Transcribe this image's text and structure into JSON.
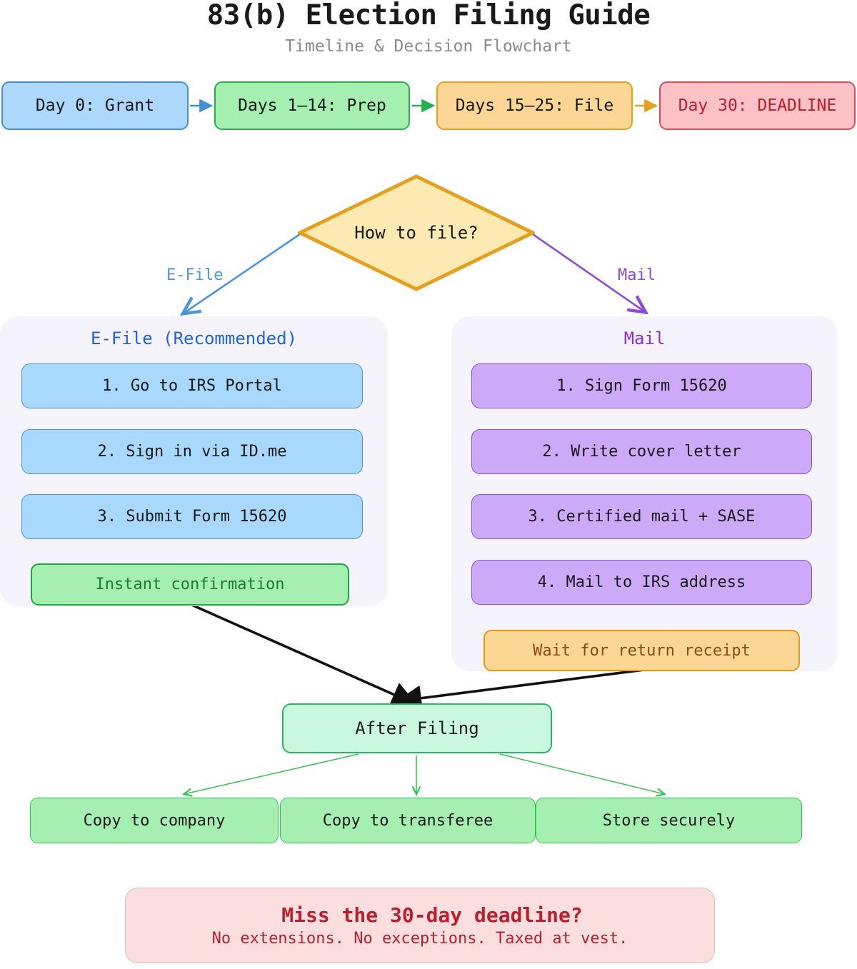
{
  "header": {
    "title": "83(b) Election Filing Guide",
    "subtitle": "Timeline & Decision Flowchart"
  },
  "timeline": {
    "steps": [
      {
        "label": "Day 0: Grant",
        "color": "#aed8fb",
        "border": "#3f8fd9",
        "text": "#19191b"
      },
      {
        "label": "Days 1–14: Prep",
        "color": "#a5efb0",
        "border": "#22b14c",
        "text": "#19191b"
      },
      {
        "label": "Days 15–25: File",
        "color": "#fbd695",
        "border": "#e5a01e",
        "text": "#19191b"
      },
      {
        "label": "Day 30: DEADLINE",
        "color": "#fcc2c6",
        "border": "#e2495a",
        "text": "#c21d2c"
      }
    ]
  },
  "decision": {
    "label": "How to file?",
    "fill": "#fdeab2",
    "stroke": "#e5a01e",
    "branches": [
      {
        "label": "E-File",
        "color": "#4b95df"
      },
      {
        "label": "Mail",
        "color": "#8b4ae0"
      }
    ]
  },
  "efile_panel": {
    "title": "E-File (Recommended)",
    "title_color": "#1a63ea",
    "steps": [
      {
        "label": "1. Go to IRS Portal"
      },
      {
        "label": "2. Sign in via ID.me"
      },
      {
        "label": "3. Submit Form 15620"
      }
    ],
    "outcome": {
      "label": "Instant confirmation",
      "color": "#1d7a35"
    }
  },
  "mail_panel": {
    "title": "Mail",
    "title_color": "#8b2fe0",
    "steps": [
      {
        "label": "1. Sign Form 15620"
      },
      {
        "label": "2. Write cover letter"
      },
      {
        "label": "3. Certified mail + SASE"
      },
      {
        "label": "4. Mail to IRS address"
      }
    ],
    "outcome": {
      "label": "Wait for return receipt",
      "color": "#8c4a14"
    }
  },
  "after_filing": {
    "label": "After Filing",
    "children": [
      {
        "label": "Copy to company"
      },
      {
        "label": "Copy to transferee"
      },
      {
        "label": "Store securely"
      }
    ]
  },
  "warning": {
    "heading": "Miss the 30-day deadline?",
    "subtext": "No extensions. No exceptions. Taxed at vest.",
    "color": "#bb1f2d"
  },
  "chart_data": {
    "type": "diagram",
    "title": "83(b) Election Filing Guide",
    "subtitle": "Timeline & Decision Flowchart",
    "nodes": [
      {
        "id": "t1",
        "label": "Day 0: Grant",
        "shape": "rounded-rect",
        "group": "timeline"
      },
      {
        "id": "t2",
        "label": "Days 1–14: Prep",
        "shape": "rounded-rect",
        "group": "timeline"
      },
      {
        "id": "t3",
        "label": "Days 15–25: File",
        "shape": "rounded-rect",
        "group": "timeline"
      },
      {
        "id": "t4",
        "label": "Day 30: DEADLINE",
        "shape": "rounded-rect",
        "group": "timeline"
      },
      {
        "id": "d1",
        "label": "How to file?",
        "shape": "diamond",
        "group": "decision"
      },
      {
        "id": "e1",
        "label": "1. Go to IRS Portal",
        "shape": "rounded-rect",
        "group": "E-File (Recommended)"
      },
      {
        "id": "e2",
        "label": "2. Sign in via ID.me",
        "shape": "rounded-rect",
        "group": "E-File (Recommended)"
      },
      {
        "id": "e3",
        "label": "3. Submit Form 15620",
        "shape": "rounded-rect",
        "group": "E-File (Recommended)"
      },
      {
        "id": "e4",
        "label": "Instant confirmation",
        "shape": "rounded-rect",
        "group": "E-File (Recommended)"
      },
      {
        "id": "m1",
        "label": "1. Sign Form 15620",
        "shape": "rounded-rect",
        "group": "Mail"
      },
      {
        "id": "m2",
        "label": "2. Write cover letter",
        "shape": "rounded-rect",
        "group": "Mail"
      },
      {
        "id": "m3",
        "label": "3. Certified mail + SASE",
        "shape": "rounded-rect",
        "group": "Mail"
      },
      {
        "id": "m4",
        "label": "4. Mail to IRS address",
        "shape": "rounded-rect",
        "group": "Mail"
      },
      {
        "id": "m5",
        "label": "Wait for return receipt",
        "shape": "rounded-rect",
        "group": "Mail"
      },
      {
        "id": "a0",
        "label": "After Filing",
        "shape": "rounded-rect",
        "group": "after"
      },
      {
        "id": "a1",
        "label": "Copy to company",
        "shape": "rounded-rect",
        "group": "after"
      },
      {
        "id": "a2",
        "label": "Copy to transferee",
        "shape": "rounded-rect",
        "group": "after"
      },
      {
        "id": "a3",
        "label": "Store securely",
        "shape": "rounded-rect",
        "group": "after"
      },
      {
        "id": "w1",
        "label": "Miss the 30-day deadline?",
        "shape": "rounded-rect",
        "group": "warning"
      }
    ],
    "edges": [
      {
        "from": "t1",
        "to": "t2",
        "label": ""
      },
      {
        "from": "t2",
        "to": "t3",
        "label": ""
      },
      {
        "from": "t3",
        "to": "t4",
        "label": ""
      },
      {
        "from": "d1",
        "to": "e1",
        "label": "E-File"
      },
      {
        "from": "d1",
        "to": "m1",
        "label": "Mail"
      },
      {
        "from": "e1",
        "to": "e2",
        "label": ""
      },
      {
        "from": "e2",
        "to": "e3",
        "label": ""
      },
      {
        "from": "e3",
        "to": "e4",
        "label": ""
      },
      {
        "from": "m1",
        "to": "m2",
        "label": ""
      },
      {
        "from": "m2",
        "to": "m3",
        "label": ""
      },
      {
        "from": "m3",
        "to": "m4",
        "label": ""
      },
      {
        "from": "m4",
        "to": "m5",
        "label": ""
      },
      {
        "from": "e4",
        "to": "a0",
        "label": ""
      },
      {
        "from": "m5",
        "to": "a0",
        "label": ""
      },
      {
        "from": "a0",
        "to": "a1",
        "label": ""
      },
      {
        "from": "a0",
        "to": "a2",
        "label": ""
      },
      {
        "from": "a0",
        "to": "a3",
        "label": ""
      }
    ]
  }
}
